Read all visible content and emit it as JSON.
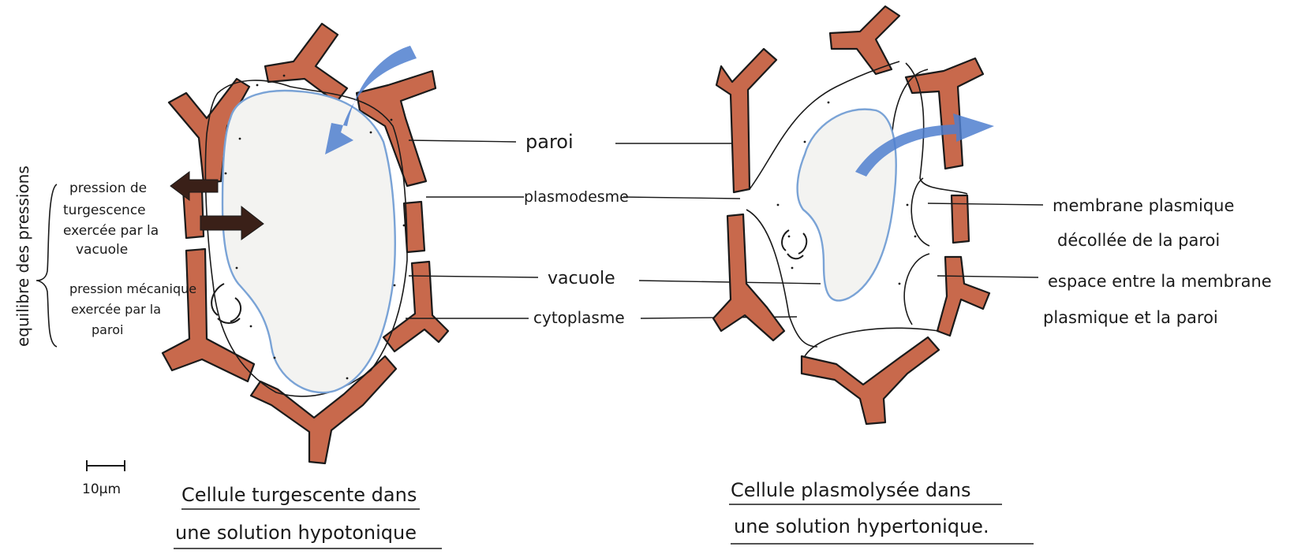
{
  "left_cell": {
    "side_brace_label": "equilibre des pressions",
    "pressure_turgor": [
      "pression de",
      "turgescence",
      "exercée par la",
      "vacuole"
    ],
    "pressure_mechanical": [
      "pression mécanique",
      "exercée par la",
      "paroi"
    ],
    "scale_label": "10µm",
    "caption_line1": "Cellule turgescente dans",
    "caption_line2": "une solution hypotonique"
  },
  "center_labels": {
    "paroi": "paroi",
    "plasmodesme": "plasmodesme",
    "vacuole": "vacuole",
    "cytoplasme": "cytoplasme"
  },
  "right_cell": {
    "membrane_line1": "membrane plasmique",
    "membrane_line2": "décollée de la paroi",
    "space_line1": "espace entre la membrane",
    "space_line2": "plasmique et la paroi",
    "caption_line1": "Cellule plasmolysée dans",
    "caption_line2": "une solution hypertonique."
  },
  "colors": {
    "wall": "#c8694c",
    "vacuole_outline": "#7aa3d6",
    "water_arrow": "#4f7fcf",
    "pressure_arrow": "#3a2018"
  }
}
